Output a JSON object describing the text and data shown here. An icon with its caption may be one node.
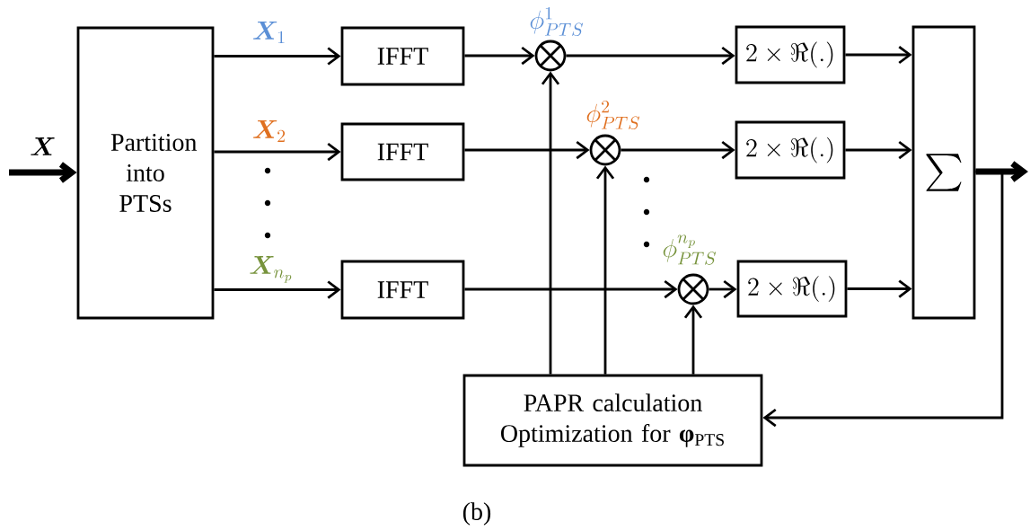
{
  "diagram": {
    "caption": "(b)",
    "nodes": [
      {
        "text": [
          "Partition into PTSs"
        ]
      },
      {
        "text": [
          "IFFT"
        ]
      },
      {
        "text": [
          "IFFT"
        ]
      },
      {
        "text": [
          "IFFT"
        ]
      },
      {
        "text": [],
        "shape": "circle",
        "beside": [
          "\\phi^{1}_{PTS}"
        ]
      },
      {
        "text": [],
        "shape": "circle",
        "beside": [
          "\\phi^{2}_{PTS}"
        ]
      },
      {
        "text": [],
        "shape": "circle",
        "beside": [
          "\\phi^{n_p}_{PTS}"
        ]
      },
      {
        "text": [
          "2\\times\\Re(.)"
        ]
      },
      {
        "text": [
          "2\\times\\Re(.)"
        ]
      },
      {
        "text": [
          "2\\times\\Re(.)"
        ]
      },
      {
        "text": [
          "\\sum"
        ]
      },
      {
        "text": [
          "PAPR calculation",
          "Optimization for **φ**$_{PTS}$"
        ]
      }
    ],
    "edges": [
      {
        "from": null,
        "to": 0,
        "arrow": "to",
        "label": "\\boldsymbol{X}",
        "style": "thick"
      },
      {
        "from": 0,
        "to": 1,
        "arrow": "to",
        "label": "\\boldsymbol{X}_{1}"
      },
      {
        "from": 0,
        "to": 2,
        "arrow": "to",
        "label": "\\boldsymbol{X}_{2}"
      },
      {
        "from": 0,
        "to": 3,
        "arrow": "to",
        "label": "\\boldsymbol{X}_{n_p}"
      },
      {
        "from": 1,
        "to": 4,
        "arrow": "to"
      },
      {
        "from": 2,
        "to": 5,
        "arrow": "to"
      },
      {
        "from": 3,
        "to": 6,
        "arrow": "to"
      },
      {
        "from": 11,
        "to": 4,
        "arrow": "to"
      },
      {
        "from": 11,
        "to": 5,
        "arrow": "to"
      },
      {
        "from": 11,
        "to": 6,
        "arrow": "to"
      },
      {
        "from": 4,
        "to": 7,
        "arrow": "to"
      },
      {
        "from": 5,
        "to": 8,
        "arrow": "to"
      },
      {
        "from": 6,
        "to": 9,
        "arrow": "to"
      },
      {
        "from": 7,
        "to": 10,
        "arrow": "to"
      },
      {
        "from": 8,
        "to": 10,
        "arrow": "to"
      },
      {
        "from": 9,
        "to": 10,
        "arrow": "to"
      },
      {
        "from": 10,
        "to": null,
        "arrow": "to",
        "style": "thick"
      },
      {
        "from": 10,
        "to": 11,
        "arrow": "to"
      }
    ]
  }
}
